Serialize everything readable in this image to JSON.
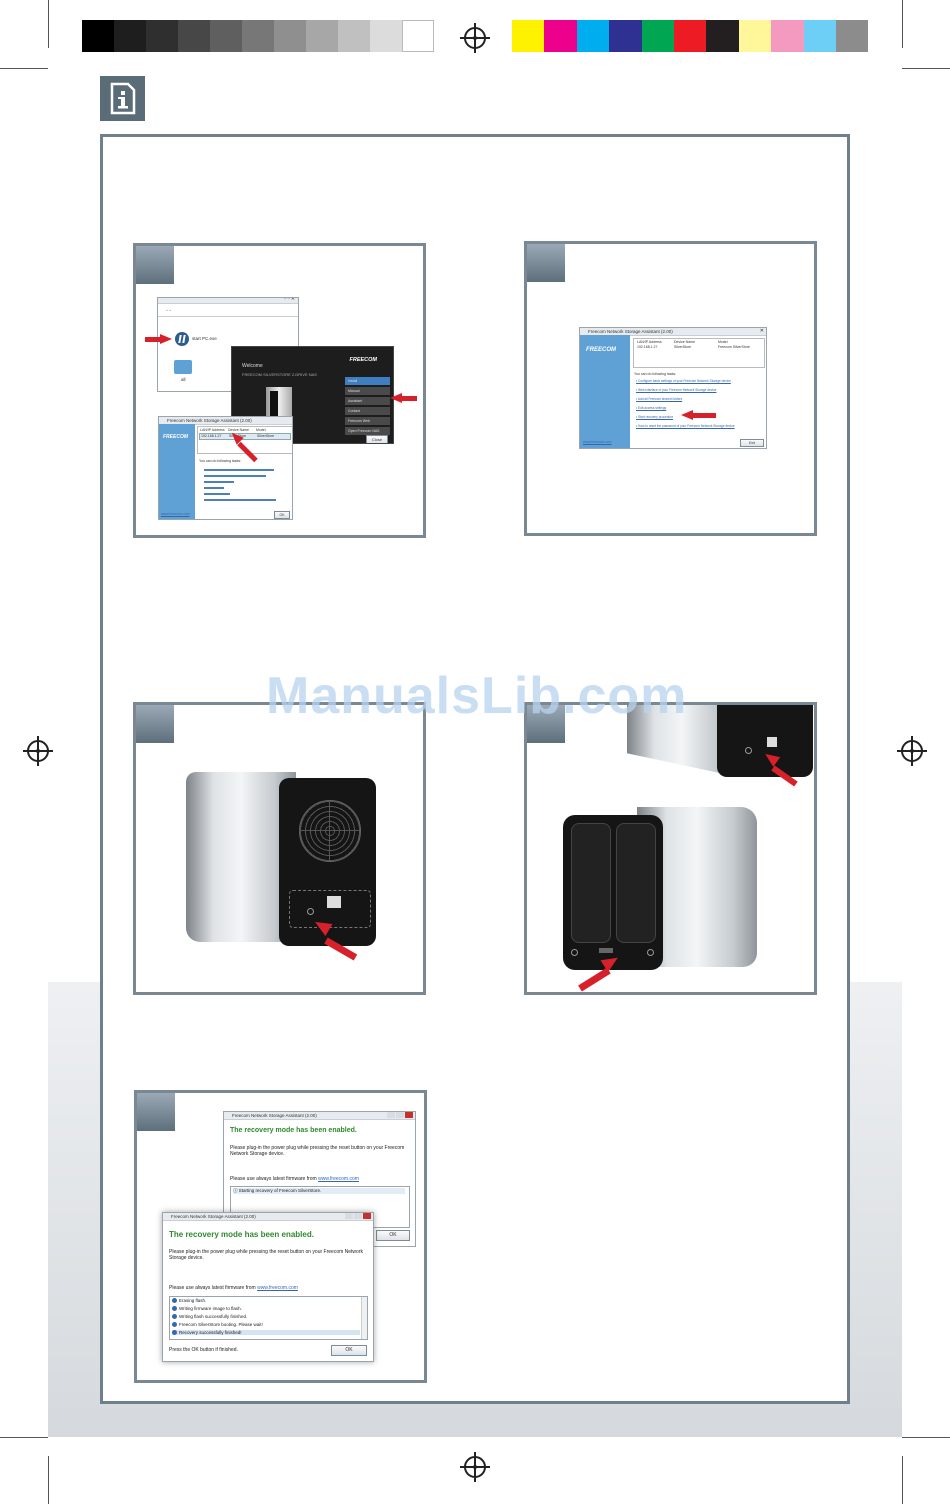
{
  "colors": {
    "grayscale": [
      "#000000",
      "#1e1e1e",
      "#2f2f2f",
      "#474747",
      "#5f5f5f",
      "#777777",
      "#8f8f8f",
      "#a7a7a7",
      "#c0c0c0",
      "#dcdcdc",
      "#ffffff"
    ],
    "process": [
      "#fff200",
      "#ec008c",
      "#00aeef",
      "#2e3192",
      "#00a651",
      "#ed1c24",
      "#231f20",
      "#fff799",
      "#f49ac1",
      "#6dcff6",
      "#8c8c8c"
    ],
    "frame": "#6f7f8c",
    "arrow": "#d6202a",
    "brand_blue": "#5fa0d5",
    "status_green": "#2d8a2d"
  },
  "header": {
    "info_icon": "info-icon"
  },
  "watermark": "ManualsLib.com",
  "panel1": {
    "explorer": {
      "item_label": "start PC.exe",
      "folder_label": "all"
    },
    "installer": {
      "welcome": "Welcome",
      "product": "FREECOM SILVERSTORE 2-DRIVE NAS",
      "brand": "FREECOM",
      "menu": [
        "Install",
        "Manual",
        "Assistant",
        "Contact",
        "Freecom Web",
        "Open Freecom NAS"
      ],
      "ok": "Close"
    },
    "assistant": {
      "title": "Freecom Network Storage Assistant (2.00)",
      "brand": "FREECOM",
      "cols": [
        "LAN/IP Address",
        "Device Name",
        "Model"
      ],
      "row": [
        "192.168.1.27",
        "SilverStore",
        "SilverStore"
      ],
      "tasks_heading": "You can do following tasks:",
      "ok": "OK",
      "footer_link": "www.freecom.com"
    }
  },
  "panel2": {
    "assistant": {
      "title": "Freecom Network Storage Assistant (2.00)",
      "brand": "FREECOM",
      "cols": [
        "LAN/IP Address",
        "Device Name",
        "Model"
      ],
      "row": [
        "192.168.1.27",
        "SilverStore",
        "Freecom SilverStore"
      ],
      "tasks_heading": "You can do following tasks:",
      "tasks": [
        "Configure basic settings of your Freecom Network Storage device",
        "Web interface of your Freecom Network Storage device",
        "Add all Freecom shared folders",
        "Edit access settings",
        "Start recovery procedure",
        "How to reset the password of your Freecom Network Storage device"
      ],
      "footer_link": "www.freecom.com",
      "exit": "Exit"
    }
  },
  "panel5": {
    "back_window": {
      "title": "Freecom Network Storage Assistant (2.00)",
      "headline": "The recovery mode has been enabled.",
      "instruction": "Please plug-in the power plug while pressing the reset button on your Freecom Network Storage device.",
      "firmware_prefix": "Please use always latest firmware from ",
      "firmware_link": "www.freecom.com",
      "log": [
        "Starting recovery of Freecom SilverStore."
      ],
      "ok": "OK"
    },
    "front_window": {
      "title": "Freecom Network Storage Assistant (2.00)",
      "headline": "The recovery mode has been enabled.",
      "instruction": "Please plug-in the power plug while pressing the reset button on your Freecom Network Storage device.",
      "firmware_prefix": "Please use always latest firmware from ",
      "firmware_link": "www.freecom.com",
      "log": [
        "Erasing flash.",
        "Writing firmware image to flash.",
        "Writing flash successfully finished.",
        "Freecom SilverStore booting. Please wait!",
        "Recovery successfully finished!"
      ],
      "footer": "Press the OK button if finished.",
      "ok": "OK"
    }
  }
}
